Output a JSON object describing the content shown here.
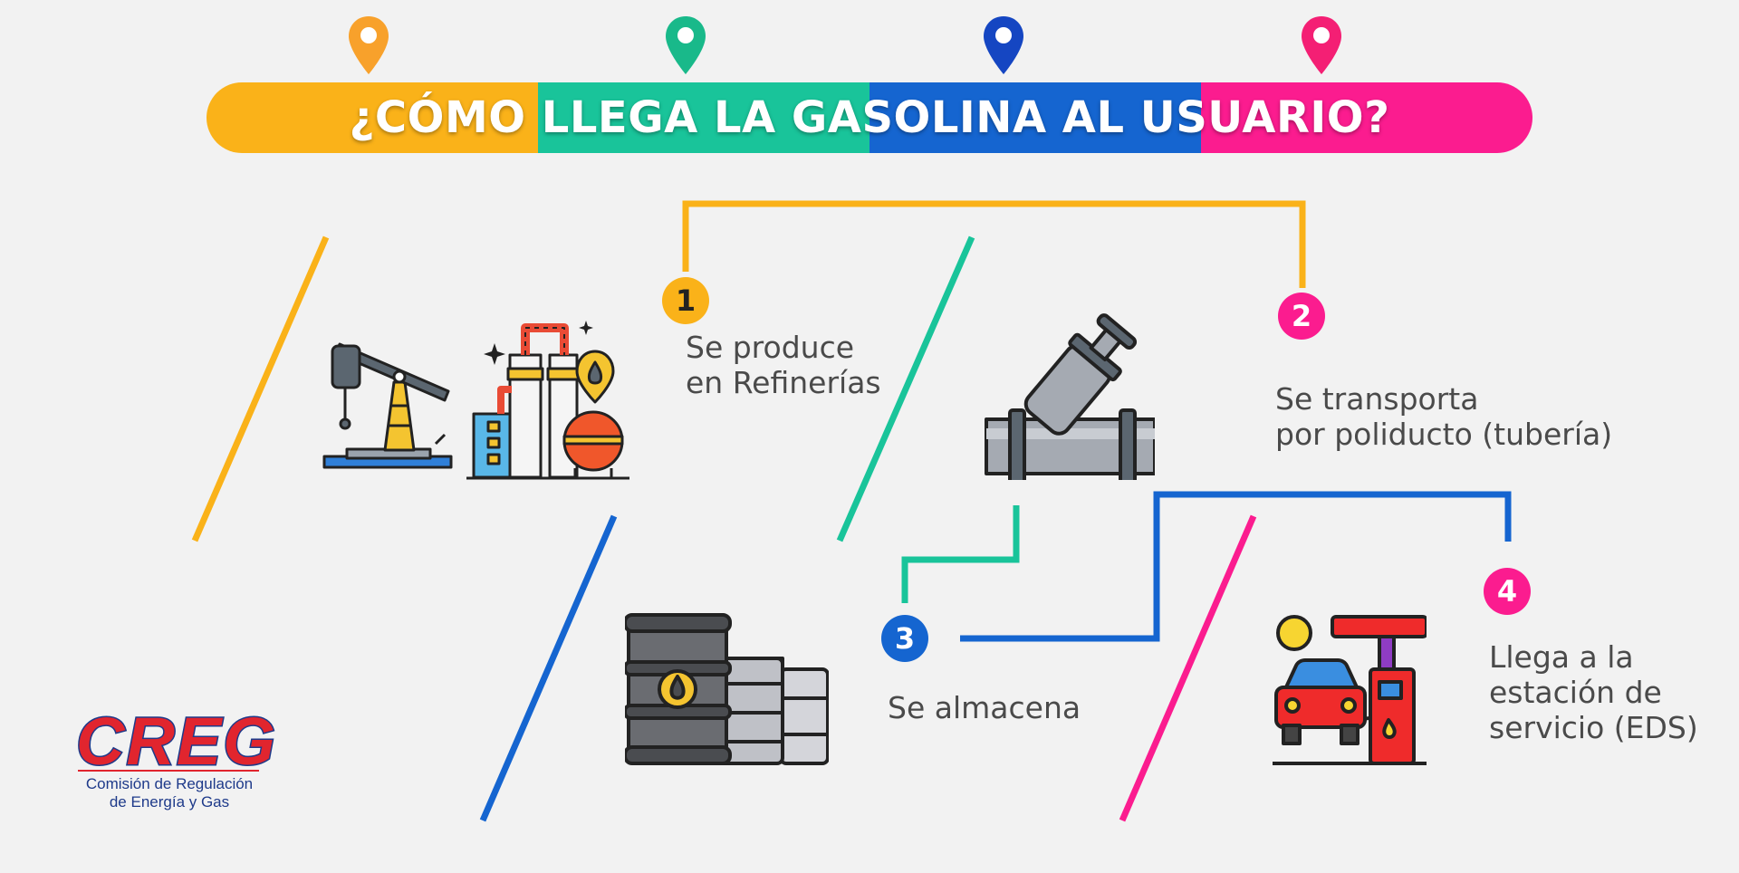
{
  "title": "¿CÓMO LLEGA LA GASOLINA AL USUARIO?",
  "colors": {
    "orange": "#fab219",
    "teal": "#19c49a",
    "blue": "#1565d0",
    "pink": "#fb1c8f",
    "text": "#4a4a4a"
  },
  "pins": [
    "orange",
    "teal",
    "blue",
    "pink"
  ],
  "steps": [
    {
      "number": "1",
      "text": "Se produce\nen Refinerías",
      "color": "orange",
      "icon": "refinery-icon"
    },
    {
      "number": "2",
      "text": "Se transporta\npor poliducto (tubería)",
      "color": "pink",
      "icon": "pipeline-valve-icon"
    },
    {
      "number": "3",
      "text": "Se almacena",
      "color": "blue",
      "icon": "oil-barrels-icon"
    },
    {
      "number": "4",
      "text": "Llega a la\nestación de\nservicio (EDS)",
      "color": "pink",
      "icon": "gas-station-icon"
    }
  ],
  "logo": {
    "word": "CREG",
    "subtitle": "Comisión de Regulación\nde Energía y Gas"
  }
}
